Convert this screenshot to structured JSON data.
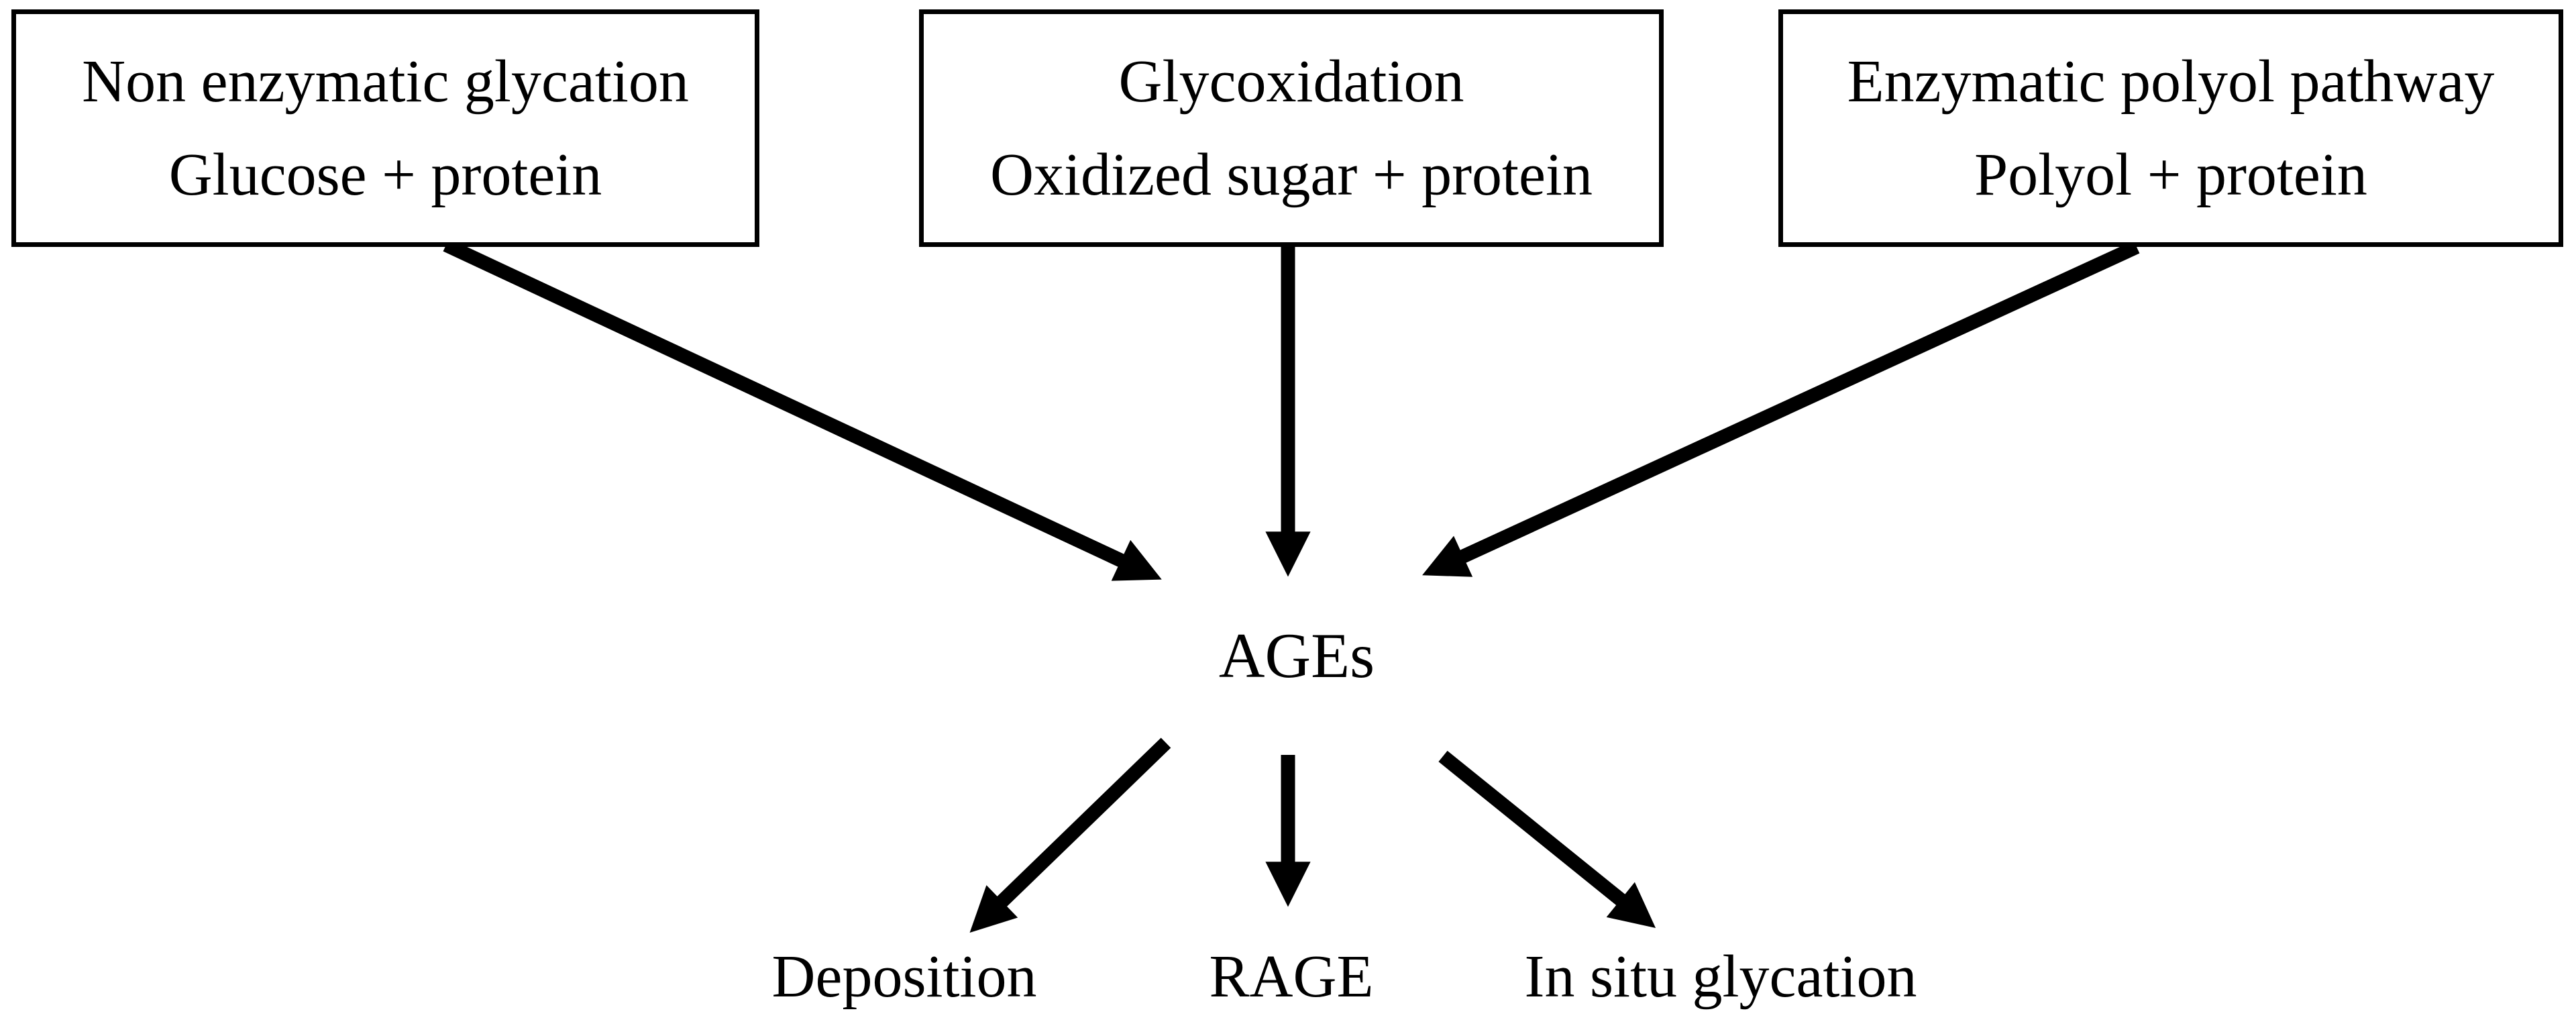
{
  "diagram": {
    "background_color": "#ffffff",
    "ink_color": "#000000",
    "boxes": [
      {
        "id": "non-enzymatic-glycation",
        "line1": "Non enzymatic glycation",
        "line2": "Glucose + protein"
      },
      {
        "id": "glycoxidation",
        "line1": "Glycoxidation",
        "line2": "Oxidized sugar + protein"
      },
      {
        "id": "enzymatic-polyol-pathway",
        "line1": "Enzymatic polyol pathway",
        "line2": "Polyol + protein"
      }
    ],
    "center_node": {
      "label": "AGEs"
    },
    "outcomes": [
      {
        "label": "Deposition"
      },
      {
        "label": "RAGE"
      },
      {
        "label": "In situ glycation"
      }
    ],
    "arrows": [
      {
        "from": "Non enzymatic glycation",
        "to": "AGEs"
      },
      {
        "from": "Glycoxidation",
        "to": "AGEs"
      },
      {
        "from": "Enzymatic polyol pathway",
        "to": "AGEs"
      },
      {
        "from": "AGEs",
        "to": "Deposition"
      },
      {
        "from": "AGEs",
        "to": "RAGE"
      },
      {
        "from": "AGEs",
        "to": "In situ glycation"
      }
    ]
  }
}
